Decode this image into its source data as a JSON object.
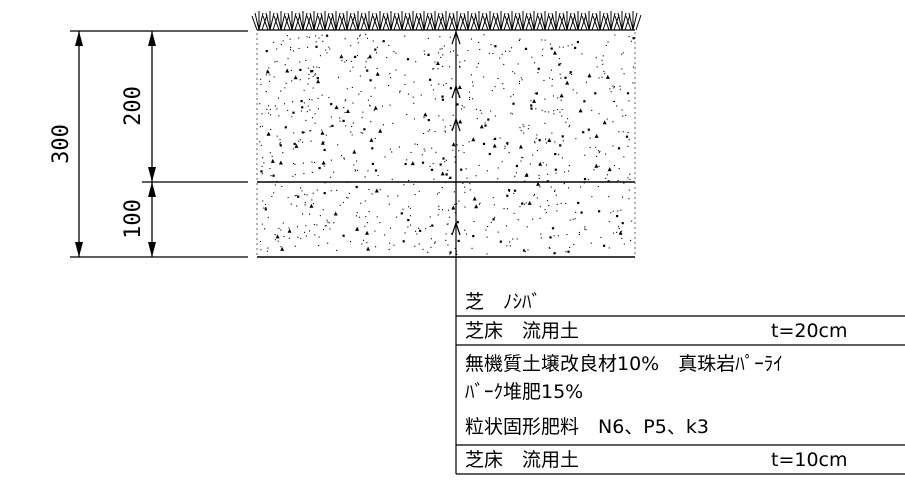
{
  "dimensions": {
    "total": "300",
    "upper": "200",
    "lower": "100"
  },
  "callout": {
    "row1": "芝　ﾉｼﾊﾞ",
    "row2_name": "芝床　流用土",
    "row2_thickness": "t=20cm",
    "row3_line1": "無機質土壌改良材10%　真珠岩ﾊﾟｰﾗｲ",
    "row3_line2": "ﾊﾞｰｸ堆肥15%",
    "row4": "粒状固形肥料　N6、P5、k3",
    "row5_name": "芝床　流用土",
    "row5_thickness": "t=10cm"
  },
  "colors": {
    "line": "#000000",
    "background": "#ffffff"
  }
}
